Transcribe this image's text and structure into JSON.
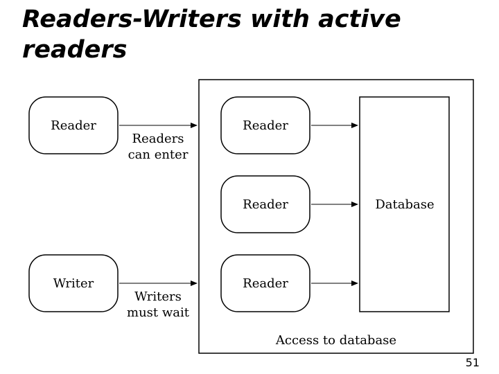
{
  "slide": {
    "title_line1": "Readers-Writers with active",
    "title_line2": "readers",
    "page_number": "51"
  },
  "diagram": {
    "outside_reader": "Reader",
    "outside_writer": "Writer",
    "readers_note_line1": "Readers",
    "readers_note_line2": "can enter",
    "writers_note_line1": "Writers",
    "writers_note_line2": "must wait",
    "active_readers": [
      "Reader",
      "Reader",
      "Reader"
    ],
    "database_label": "Database",
    "access_label": "Access to database"
  }
}
